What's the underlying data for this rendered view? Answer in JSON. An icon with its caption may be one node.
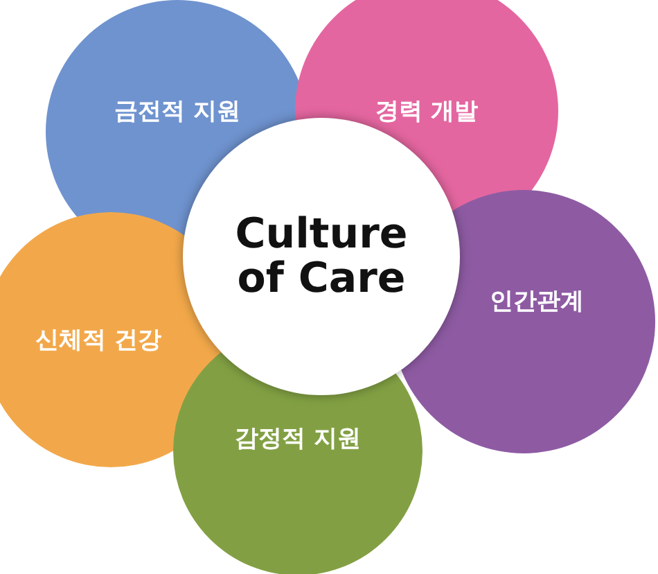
{
  "diagram": {
    "nodes": [
      {
        "text": [
          "금전적 지원"
        ]
      },
      {
        "text": [
          "경력 개발"
        ]
      },
      {
        "text": [
          "Culture of Care"
        ]
      },
      {
        "text": [
          "인간관계"
        ]
      },
      {
        "text": [
          "신체적 건강"
        ]
      },
      {
        "text": [
          "감정적 지원"
        ]
      }
    ]
  }
}
